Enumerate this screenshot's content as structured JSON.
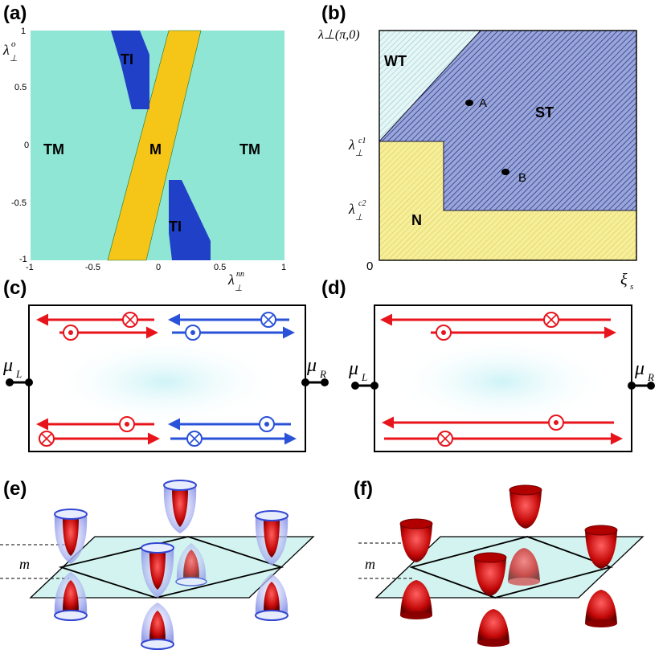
{
  "panel_a": {
    "label": "(a)",
    "y_axis_label": "λ",
    "y_axis_sub": "⊥",
    "y_axis_sup": "o",
    "x_axis_label": "λ",
    "x_axis_sub": "⊥",
    "x_axis_sup": "nn",
    "y_ticks": [
      "1",
      "0.5",
      "0",
      "-0.5",
      "-1"
    ],
    "x_ticks": [
      "-1",
      "-0.5",
      "0",
      "0.5",
      "1"
    ],
    "regions": {
      "tm_left": "TM",
      "tm_right": "TM",
      "m": "M",
      "ti_top": "TI",
      "ti_bottom": "TI"
    },
    "colors": {
      "tm": "#8fe6d4",
      "m": "#f5c518",
      "ti": "#2040c8"
    }
  },
  "panel_b": {
    "label": "(b)",
    "y_top_label": "λ⊥(π,0)",
    "y_c1_label": "λ",
    "y_c1_sup": "c1",
    "y_c2_label": "λ",
    "y_c2_sup": "c2",
    "y_sub": "⊥",
    "origin": "0",
    "x_label": "ξ",
    "x_sub": "s",
    "regions": {
      "wt": "WT",
      "st": "ST",
      "n": "N"
    },
    "points": {
      "a": "A",
      "b": "B"
    },
    "colors": {
      "wt": "#cfeeee",
      "st": "#9aa6d8",
      "n": "#f6ee9a"
    }
  },
  "panel_c": {
    "label": "(c)",
    "mu_left": "μ",
    "mu_left_sub": "L",
    "mu_right": "μ",
    "mu_right_sub": "R",
    "colors": {
      "red": "#e8141c",
      "blue": "#2a52d8"
    }
  },
  "panel_d": {
    "label": "(d)",
    "mu_left": "μ",
    "mu_left_sub": "L",
    "mu_right": "μ",
    "mu_right_sub": "R"
  },
  "panel_e": {
    "label": "(e)",
    "m_label": "m"
  },
  "panel_f": {
    "label": "(f)",
    "m_label": "m"
  }
}
